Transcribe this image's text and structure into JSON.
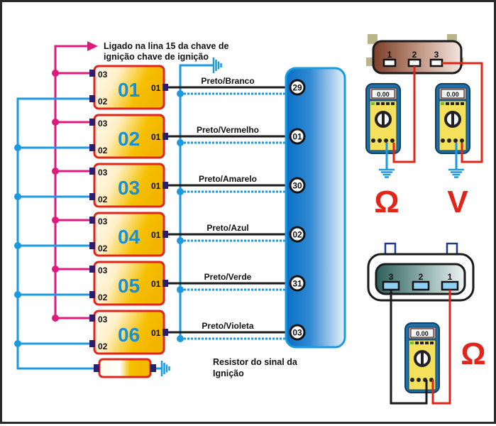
{
  "title_note": {
    "line1": "Ligado na lina 15 da chave de",
    "line2": "ignição chave de ignição"
  },
  "coils": [
    {
      "id": "01",
      "pin_top": "03",
      "pin_bottom": "02",
      "pin_out": "01",
      "wire_label": "Preto/Branco",
      "ecu_pin": "29"
    },
    {
      "id": "02",
      "pin_top": "03",
      "pin_bottom": "02",
      "pin_out": "01",
      "wire_label": "Preto/Vermelho",
      "ecu_pin": "01"
    },
    {
      "id": "03",
      "pin_top": "03",
      "pin_bottom": "02",
      "pin_out": "01",
      "wire_label": "Preto/Amarelo",
      "ecu_pin": "30"
    },
    {
      "id": "04",
      "pin_top": "03",
      "pin_bottom": "02",
      "pin_out": "01",
      "wire_label": "Preto/Azul",
      "ecu_pin": "02"
    },
    {
      "id": "05",
      "pin_top": "03",
      "pin_bottom": "02",
      "pin_out": "01",
      "wire_label": "Preto/Verde",
      "ecu_pin": "31"
    },
    {
      "id": "06",
      "pin_top": "03",
      "pin_bottom": "02",
      "pin_out": "01",
      "wire_label": "Preto/Violeta",
      "ecu_pin": "03"
    }
  ],
  "resistor_note": {
    "line1": "Resistor do sinal da",
    "line2": "Ignição"
  },
  "connector_top": {
    "pins": [
      "1",
      "2",
      "3"
    ]
  },
  "connector_bottom": {
    "pins": [
      "3",
      "2",
      "1"
    ]
  },
  "meters": [
    {
      "reading": "0.00",
      "unit_symbol": "Ω"
    },
    {
      "reading": "0.00",
      "unit_symbol": "V"
    },
    {
      "reading": "0.00",
      "unit_symbol": "Ω"
    }
  ],
  "colors": {
    "coil_border": "#e0261b",
    "coil_fill": "#f5b800",
    "coil_number": "#1b8fd6",
    "wire_blue": "#1b9ae0",
    "wire_magenta": "#e0197d",
    "wire_red": "#e0261b",
    "wire_black": "#1a1a1a",
    "ecu_blue": "#1577c9",
    "pin_navy": "#2a1e6e"
  }
}
